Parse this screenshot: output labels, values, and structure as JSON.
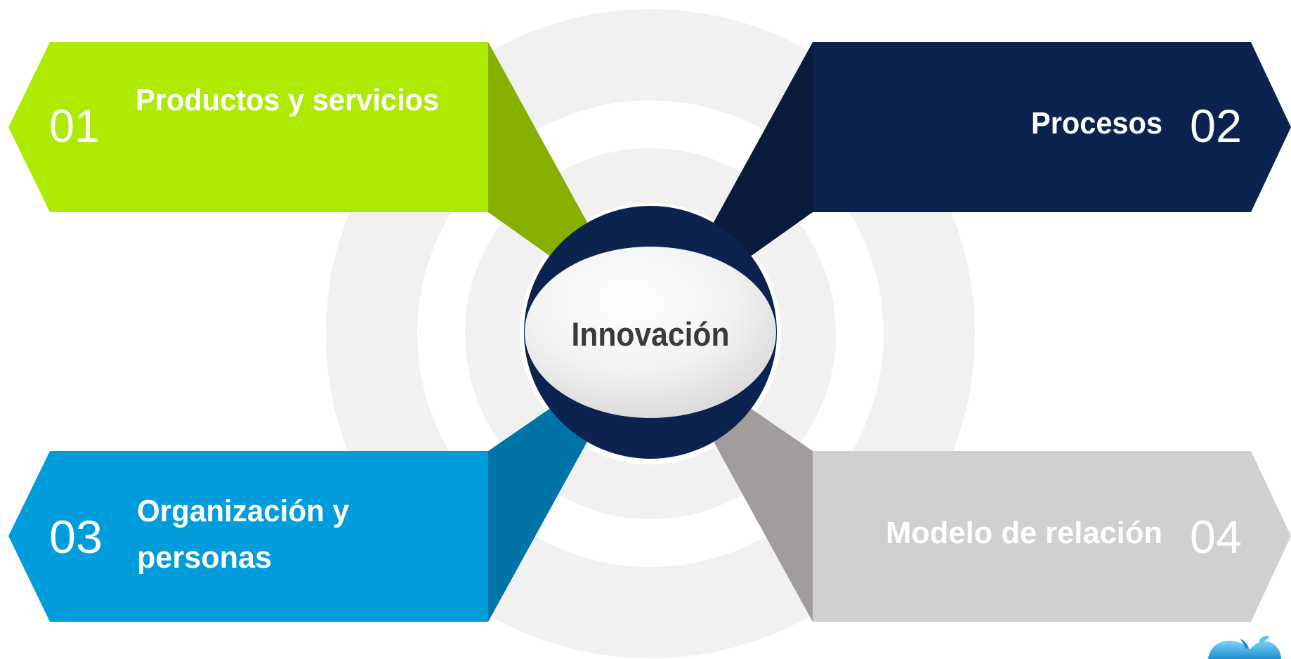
{
  "center": {
    "label": "Innovación"
  },
  "items": [
    {
      "number": "01",
      "label_lines": [
        "Productos y servicios"
      ],
      "color": "#AEEA00",
      "fold_color": "#86B000"
    },
    {
      "number": "02",
      "label_lines": [
        "Procesos"
      ],
      "color": "#0B234E",
      "fold_color": "#0A1B3C"
    },
    {
      "number": "03",
      "label_lines": [
        "Organización y",
        "personas"
      ],
      "color": "#009CDB",
      "fold_color": "#0074A6"
    },
    {
      "number": "04",
      "label_lines": [
        "Modelo de relación"
      ],
      "color": "#D1D0D0",
      "fold_color": "#A09D9C"
    }
  ],
  "colors": {
    "rings": "#F1F1F1",
    "hub_outer": "#0B234E",
    "center_text": "#3A3A3A"
  },
  "icons": {
    "logo": "whale-logo-icon"
  }
}
